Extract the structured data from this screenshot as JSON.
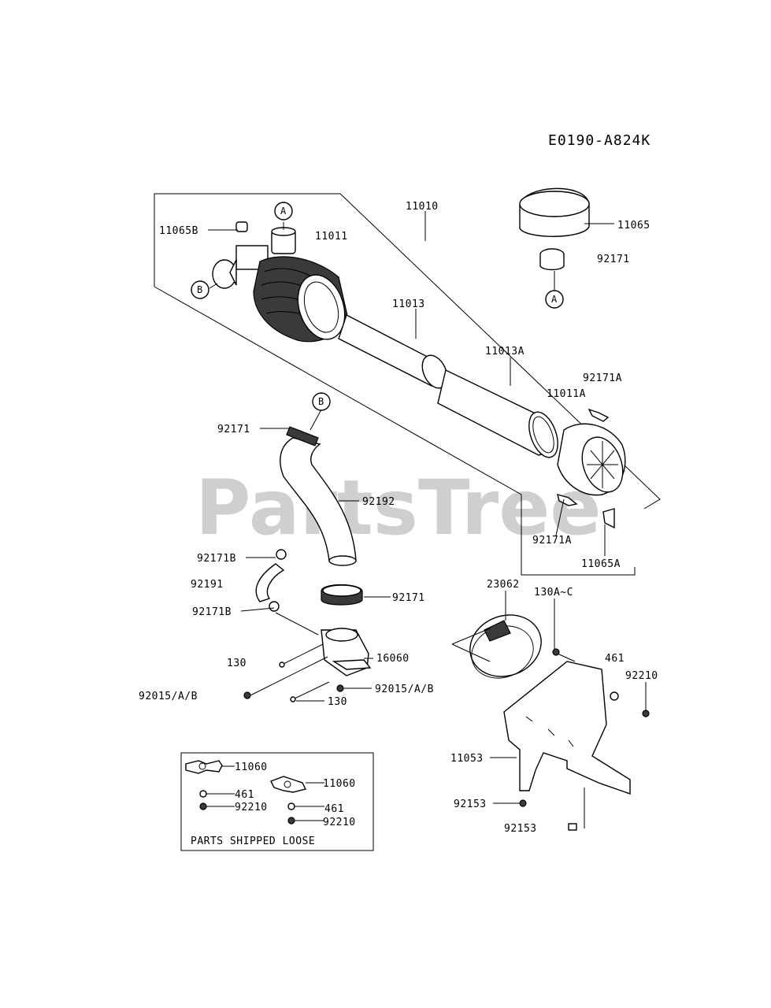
{
  "diagram_code": "E0190-A824K",
  "watermark": "PartsTree",
  "parts_box_title": "PARTS SHIPPED LOOSE",
  "colors": {
    "ink": "#000000",
    "watermark": "#cfcfcf",
    "background": "#ffffff"
  },
  "callouts": {
    "A_top": "A",
    "A_right": "A",
    "B_left": "B",
    "B_mid": "B"
  },
  "labels": {
    "p11010": "11010",
    "p11065B": "11065B",
    "p11011": "11011",
    "p11065": "11065",
    "p92171_top": "92171",
    "p11013": "11013",
    "p11013A": "11013A",
    "p92171A_top": "92171A",
    "p11011A": "11011A",
    "p92171_b": "92171",
    "p92192": "92192",
    "p92171A_bot": "92171A",
    "p11065A": "11065A",
    "p92171B_top": "92171B",
    "p92191": "92191",
    "p92171_clamp": "92171",
    "p92171B_bot": "92171B",
    "p23062": "23062",
    "p130AC": "130A~C",
    "p461_right": "461",
    "p130_top": "130",
    "p16060": "16060",
    "p92210_right": "92210",
    "p92015_left": "92015/A/B",
    "p92015_right": "92015/A/B",
    "p130_bot": "130",
    "p11053": "11053",
    "p92153_a": "92153",
    "p92153_b": "92153",
    "box_11060_a": "11060",
    "box_461_a": "461",
    "box_92210_a": "92210",
    "box_11060_b": "11060",
    "box_461_b": "461",
    "box_92210_b": "92210"
  }
}
